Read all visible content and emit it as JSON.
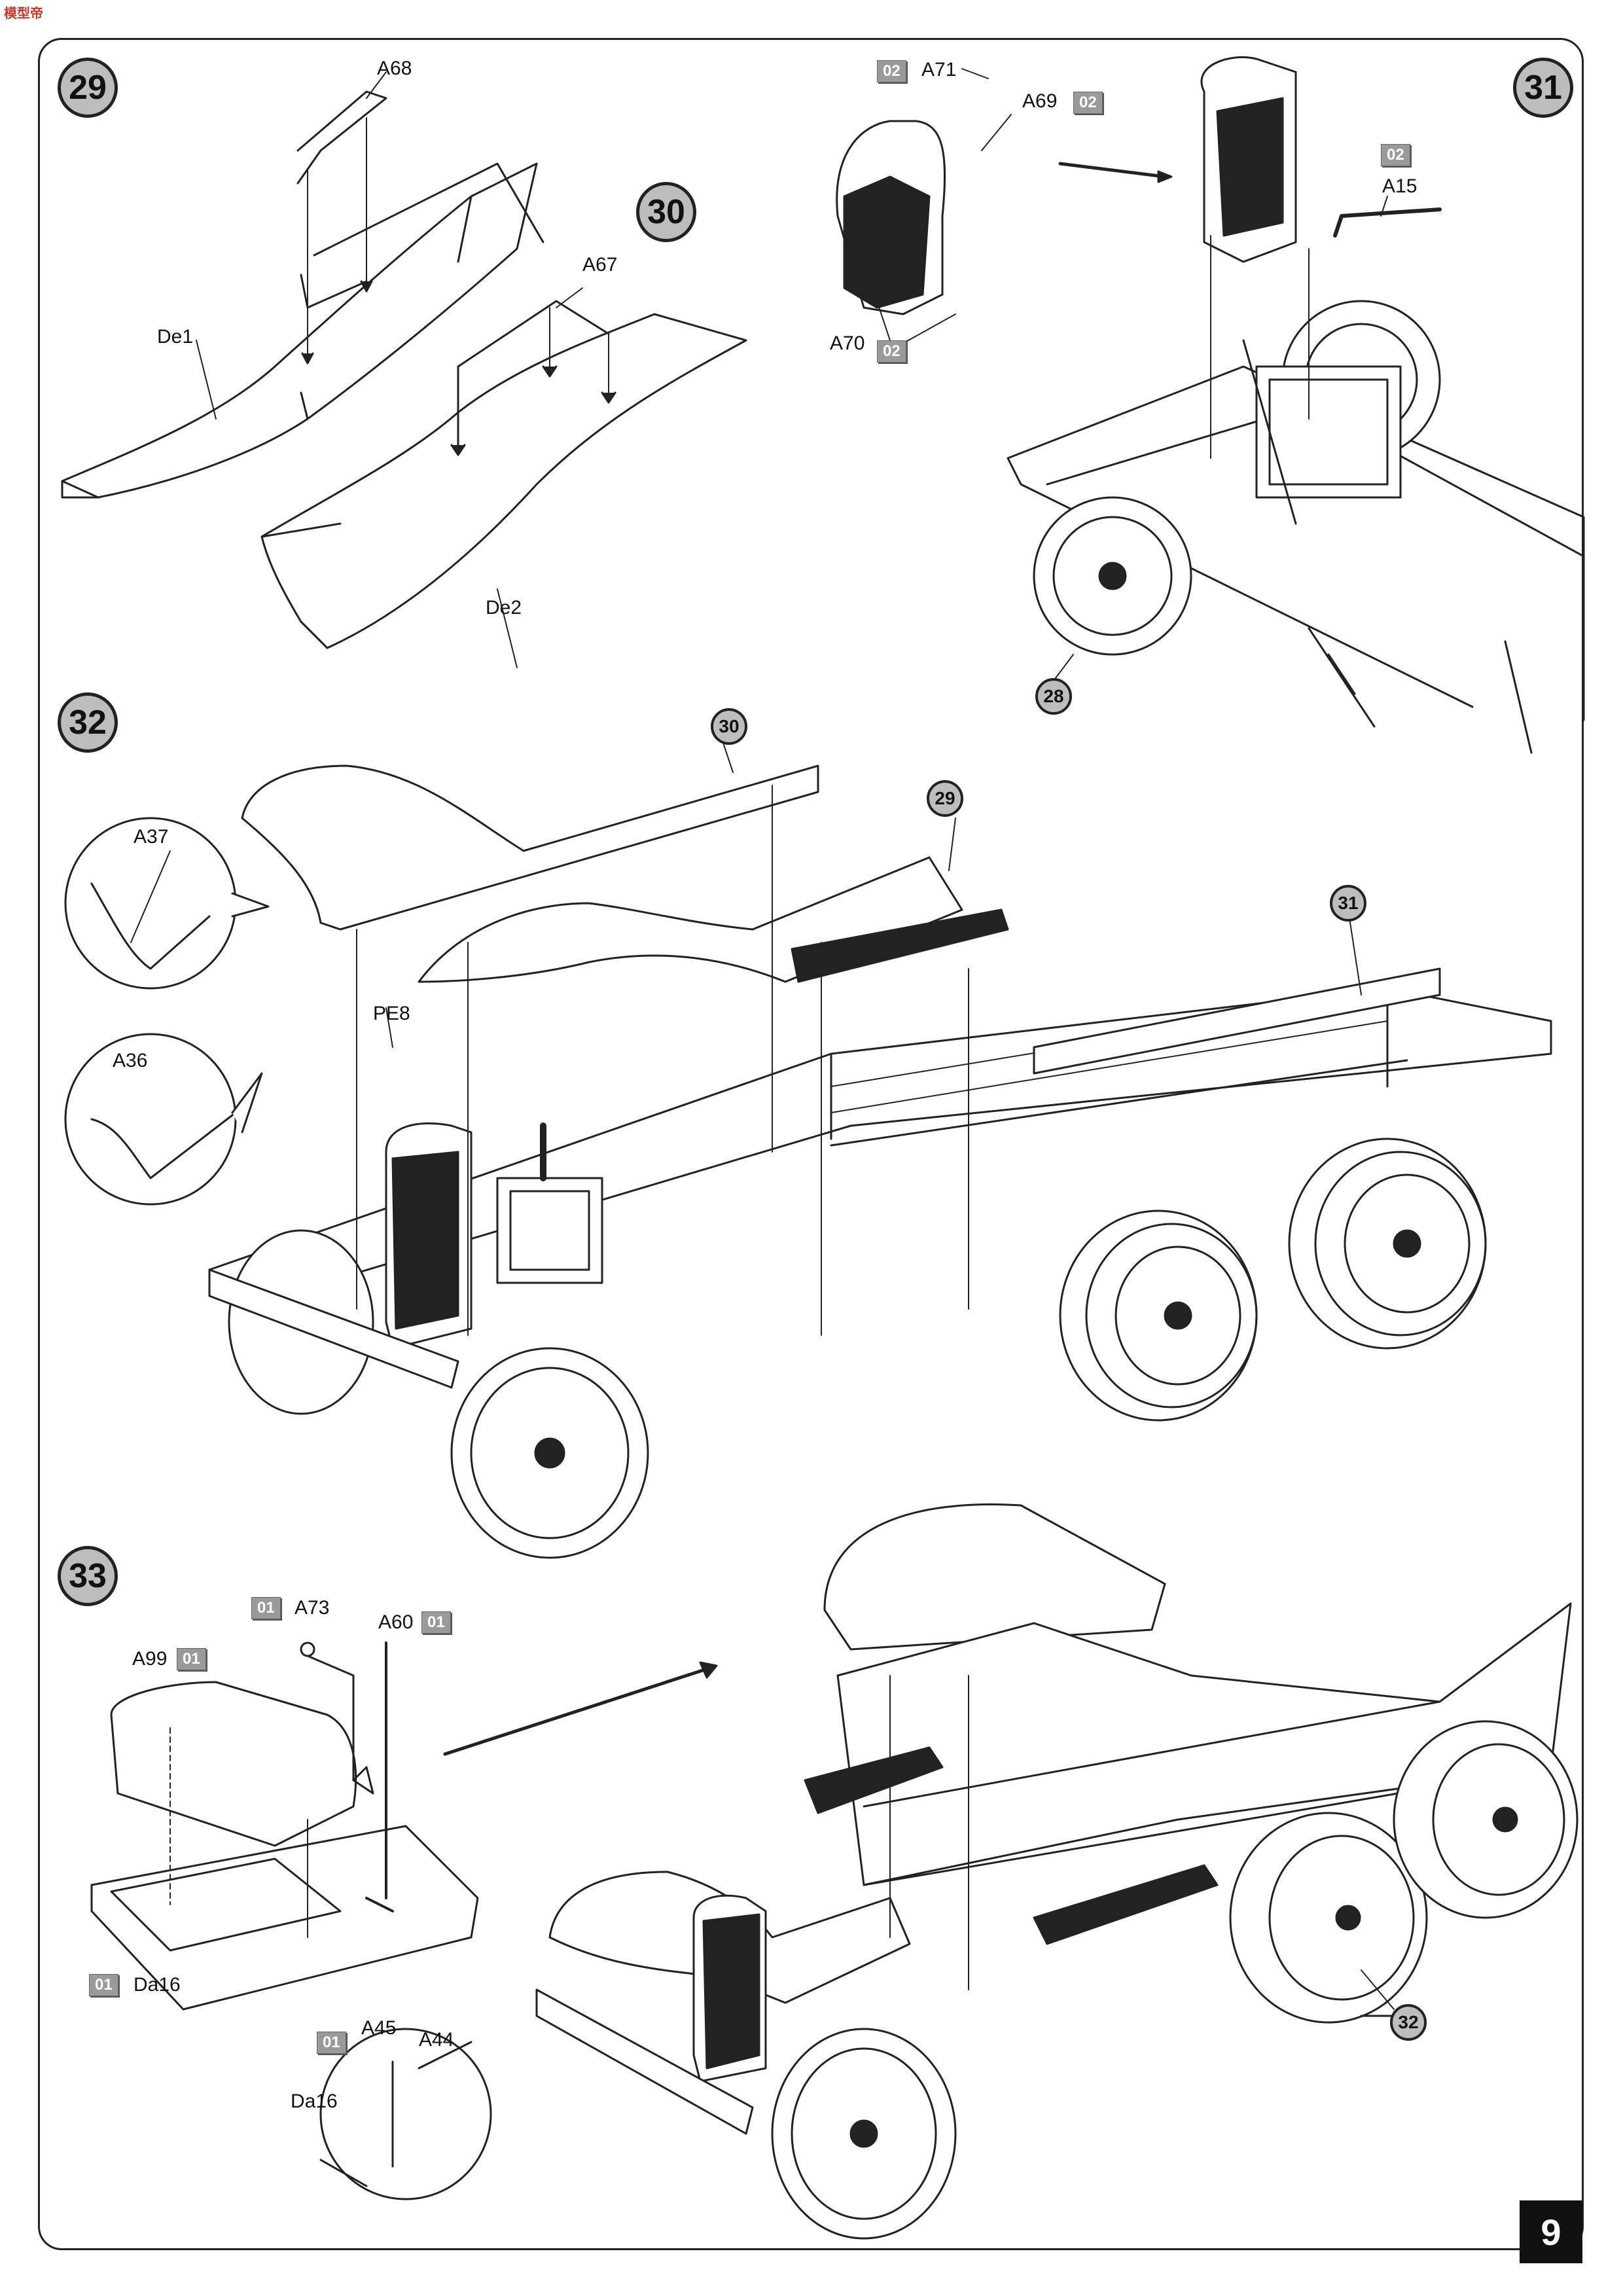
{
  "logo": {
    "text": "模型帝"
  },
  "page_number": "9",
  "steps": {
    "s29": "29",
    "s30": "30",
    "s31": "31",
    "s32": "32",
    "s33": "33"
  },
  "refs": {
    "r28": "28",
    "r29": "29",
    "r30": "30",
    "r31": "31",
    "r32": "32"
  },
  "parts": {
    "A68": "A68",
    "A67": "A67",
    "De1": "De1",
    "De2": "De2",
    "A71": "A71",
    "A69": "A69",
    "A70": "A70",
    "A15": "A15",
    "A37": "A37",
    "A36": "A36",
    "PE8": "PE8",
    "A73": "A73",
    "A60": "A60",
    "A99": "A99",
    "Da16": "Da16",
    "A45": "A45",
    "A44": "A44",
    "Da16_detail": "Da16"
  },
  "color_tags": {
    "t_a71": "02",
    "t_a69": "02",
    "t_a70": "02",
    "t_a15": "02",
    "t_a73": "01",
    "t_a60": "01",
    "t_a99": "01",
    "t_da16": "01",
    "t_a45": "01"
  },
  "colors": {
    "frame": "#222222",
    "tag_grey": "#9a9a9a",
    "badge_grey": "#bdbdbd"
  }
}
